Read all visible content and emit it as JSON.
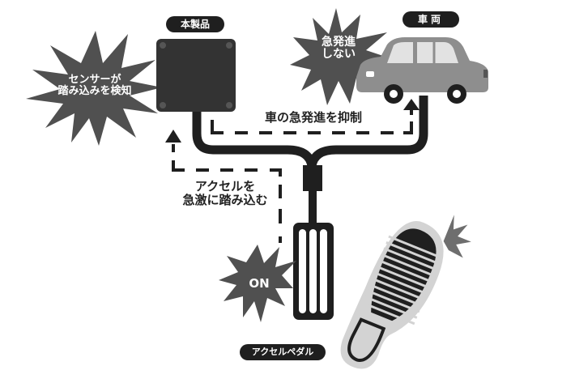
{
  "diagram": {
    "labels": {
      "product": "本製品",
      "vehicle": "車両",
      "accelerator_pedal": "アクセルペダル"
    },
    "bursts": {
      "sensor_detect": [
        "センサーが",
        "踏み込みを検知"
      ],
      "no_sudden_start": [
        "急発進",
        "しない"
      ],
      "on": "ON"
    },
    "flow_text": {
      "suppress": "車の急発進を抑制",
      "press_hard": [
        "アクセルを",
        "急激に踏み込む"
      ]
    },
    "colors": {
      "burst": "#505050",
      "box": "#333333",
      "cable": "#1f1f1f",
      "car_body": "#8e8e8e",
      "car_window": "#e2e2e2",
      "shoe_outline": "#d3d3d3",
      "background": "#ffffff"
    }
  }
}
